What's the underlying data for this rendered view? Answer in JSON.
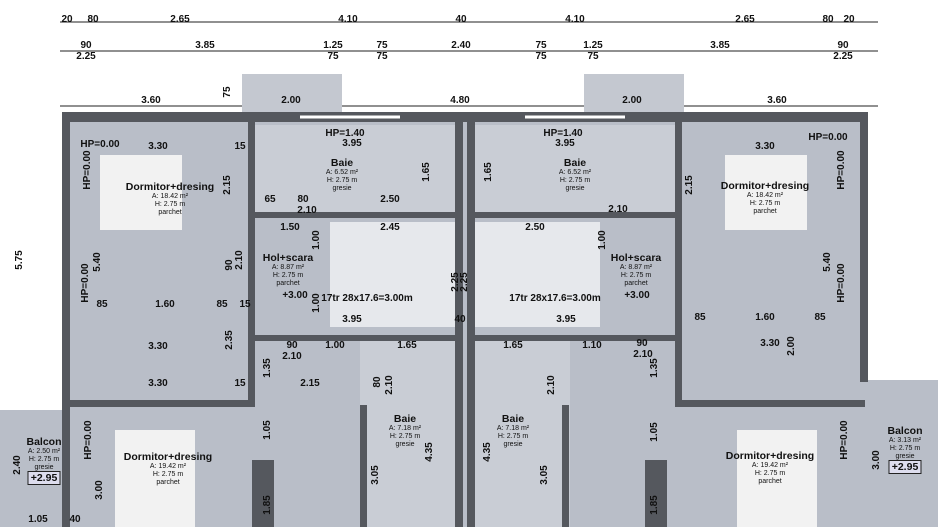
{
  "dims_top": {
    "row1": [
      "20",
      "80",
      "2.65",
      "4.10",
      "40",
      "4.10",
      "2.65",
      "80",
      "20"
    ],
    "row2": [
      "90",
      "2.25",
      "3.85",
      "1.25",
      "75",
      "75",
      "75",
      "2.40",
      "75",
      "75",
      "1.25",
      "75",
      "3.85",
      "90",
      "2.25"
    ],
    "row3": [
      "3.60",
      "2.00",
      "4.80",
      "2.00",
      "3.60",
      "75",
      "5.75"
    ]
  },
  "dimensions": [
    "HP=0.00",
    "3.30",
    "15",
    "HP=1.40",
    "3.95",
    "1.65",
    "2.15",
    "HP=0.00",
    "65",
    "80",
    "2.10",
    "2.50",
    "1.50",
    "2.45",
    "1.00",
    "90",
    "2.10",
    "5.40",
    "HP=0.00",
    "85",
    "1.60",
    "85",
    "15",
    "+3.00",
    "1.00",
    "3.95",
    "2.25",
    "40",
    "3.30",
    "2.35",
    "90",
    "2.10",
    "1.00",
    "1.65",
    "1.35",
    "2.15",
    "3.30",
    "2.10",
    "80",
    "15",
    "1.05",
    "4.35",
    "3.05",
    "1.85",
    "HP=0.00",
    "3.00",
    "2.40",
    "1.05",
    "40",
    "HP=0.00",
    "3.30",
    "HP=1.40",
    "3.95",
    "1.65",
    "2.15",
    "HP=0.00",
    "2.50",
    "2.10",
    "1.00",
    "5.40",
    "HP=0.00",
    "1.60",
    "85",
    "85",
    "+3.00",
    "3.95",
    "2.25",
    "3.30",
    "2.00",
    "1.10",
    "1.65",
    "90",
    "2.10",
    "1.35",
    "1.05",
    "4.35",
    "3.05",
    "1.85",
    "HP=0.00",
    "3.00",
    "2.10"
  ],
  "rooms": [
    {
      "name": "Dormitor+dresing",
      "area": "A: 18.42 m²",
      "height": "H: 2.75 m",
      "floor": "parchet"
    },
    {
      "name": "Baie",
      "area": "A: 6.52 m²",
      "height": "H: 2.75 m",
      "floor": "gresie"
    },
    {
      "name": "Hol+scara",
      "area": "A: 8.87 m²",
      "height": "H: 2.75 m",
      "floor": "parchet"
    },
    {
      "name": "Baie",
      "area": "A: 6.52 m²",
      "height": "H: 2.75 m",
      "floor": "gresie"
    },
    {
      "name": "Dormitor+dresing",
      "area": "A: 18.42 m²",
      "height": "H: 2.75 m",
      "floor": "parchet"
    },
    {
      "name": "Hol+scara",
      "area": "A: 8.87 m²",
      "height": "H: 2.75 m",
      "floor": "parchet"
    },
    {
      "name": "Dormitor+dresing",
      "area": "A: 19.42 m²",
      "height": "H: 2.75 m",
      "floor": "parchet"
    },
    {
      "name": "Baie",
      "area": "A: 7.18 m²",
      "height": "H: 2.75 m",
      "floor": "gresie"
    },
    {
      "name": "Baie",
      "area": "A: 7.18 m²",
      "height": "H: 2.75 m",
      "floor": "gresie"
    },
    {
      "name": "Dormitor+dresing",
      "area": "A: 19.42 m²",
      "height": "H: 2.75 m",
      "floor": "parchet"
    },
    {
      "name": "Balcon",
      "area": "A: 2.50 m²",
      "height": "H: 2.75 m",
      "floor": "gresie",
      "level": "+2.95"
    },
    {
      "name": "Balcon",
      "area": "A: 3.13 m²",
      "height": "H: 2.75 m",
      "floor": "gresie",
      "level": "+2.95"
    }
  ],
  "stairs": [
    "17tr 28x17.6=3.00m",
    "17tr 28x17.6=3.00m"
  ],
  "colors": {
    "wall": "#55585e",
    "floor": "#b9bec8",
    "bath": "#c9cdd5"
  }
}
